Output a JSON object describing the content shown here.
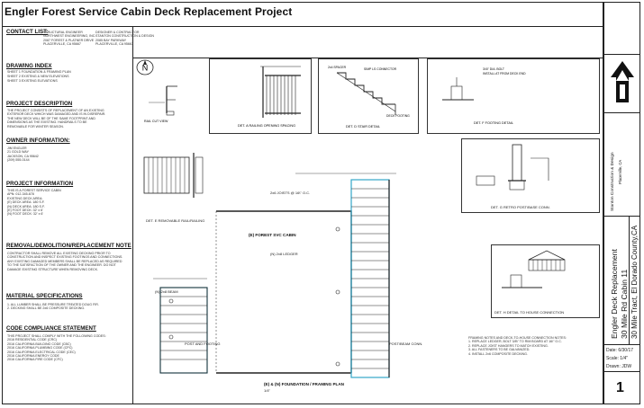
{
  "title": "Engler Forest Service Cabin Deck Replacement Project",
  "sections": {
    "contact_list": "CONTACT LIST:",
    "drawing_index": "DRAWING INDEX",
    "project_description": "PROJECT DESCRIPTION",
    "owner_information": "OWNER INFORMATION:",
    "project_information": "PROJECT INFORMATION",
    "removal_note": "REMOVAL/DEMOLITION/REPLACEMENT NOTE",
    "material_specs": "MATERIAL SPECIFICATIONS",
    "code_compliance": "CODE COMPLIANCE STATEMENT"
  },
  "drawing_index_rows": [
    "SHEET 1   FOUNDATION & FRAMING PLAN",
    "SHEET 2   EXISTING & NEW ELEVATIONS",
    "SHEET 3   EXISTING ELEVATIONS"
  ],
  "plan_labels": {
    "cabin": "(E) FOREST SVC CABIN",
    "plan_title": "(E) & (N) FOUNDATION / FRAMING PLAN",
    "plan_scale": "1/4\"",
    "detail_removable": "DET. E  REMOVABLE RAIL/RAILING",
    "detail_stairs": "DET. D  STAIR DETAIL",
    "detail_retro": "DET. G  RETRO POST/BASE CONN.",
    "detail_h": "DET. H  DETAIL TO HOUSE CONNECTION"
  },
  "title_block": {
    "company": "Stanton Construction & Design",
    "company_sub": "Placerville, CA",
    "project1": "Engler Deck Replacement",
    "project2": "30 Mile Rd Cabin 11",
    "project3": "30 Mile Tract, El Dorado County,CA",
    "date": "Date: 6/30/17",
    "scale": "Scale: 1/4\"",
    "drawn": "Drawn: JDW",
    "sheet": "1"
  }
}
